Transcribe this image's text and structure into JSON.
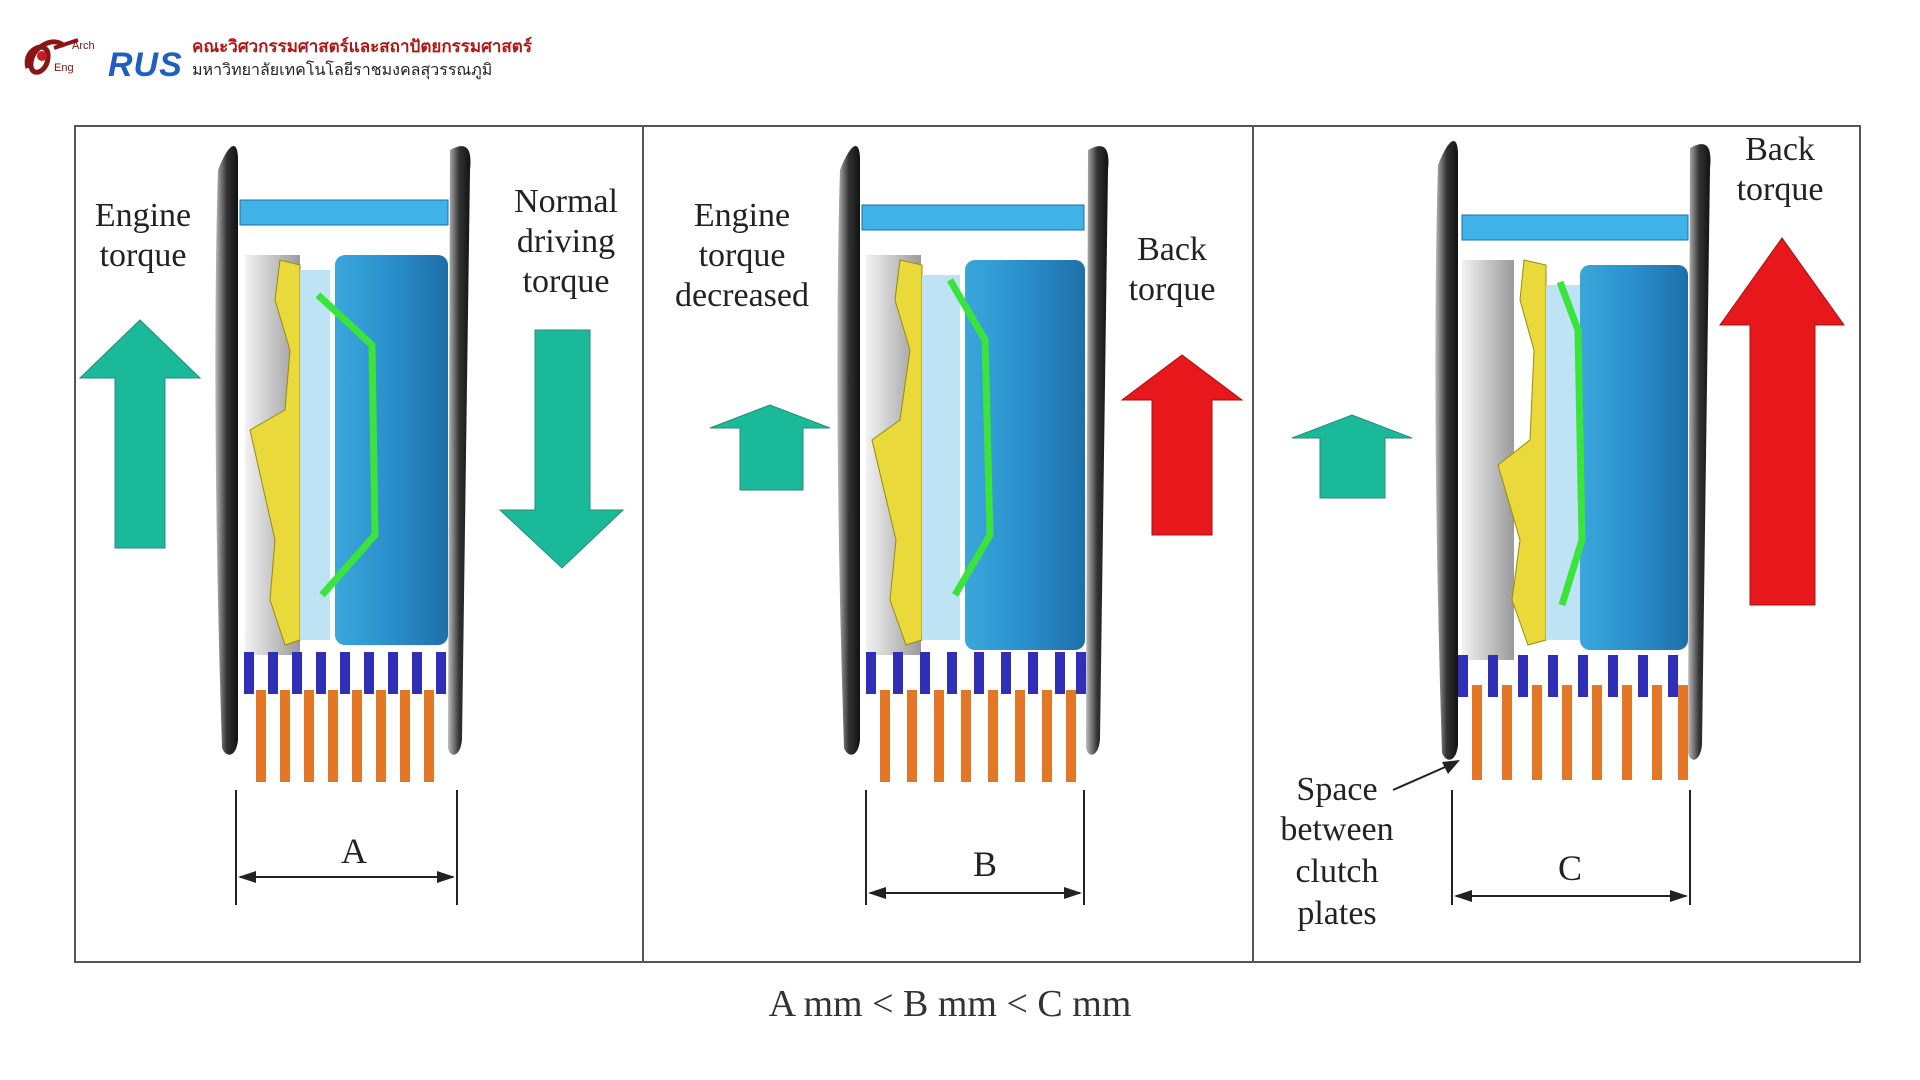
{
  "header": {
    "logo_text": "RUS",
    "logo_sub_arch": "Arch",
    "logo_sub_eng": "Eng",
    "faculty": "คณะวิศวกรรมศาสตร์และสถาปัตยกรรมศาสตร์",
    "university": "มหาวิทยาลัยเทคโนโลยีราชมงคลสุวรรณภูมิ"
  },
  "panels": [
    {
      "dimension_label": "A",
      "left_text": [
        "Engine",
        "torque"
      ],
      "right_text": [
        "Normal",
        "driving",
        "torque"
      ]
    },
    {
      "dimension_label": "B",
      "left_text": [
        "Engine",
        "torque",
        "decreased"
      ],
      "right_text": [
        "Back",
        "torque"
      ]
    },
    {
      "dimension_label": "C",
      "left_text": [],
      "right_text": [
        "Back",
        "torque"
      ],
      "annotation": [
        "Space",
        "between",
        "clutch",
        "plates"
      ]
    }
  ],
  "caption": "A mm < B mm < C mm",
  "colors": {
    "teal": "#19b99a",
    "red": "#e8171b",
    "blue": "#2a9bd6",
    "yellow": "#e9d93a",
    "green": "#3be43b",
    "plate_blue": "#2f2fb8",
    "plate_orange": "#e37726"
  }
}
